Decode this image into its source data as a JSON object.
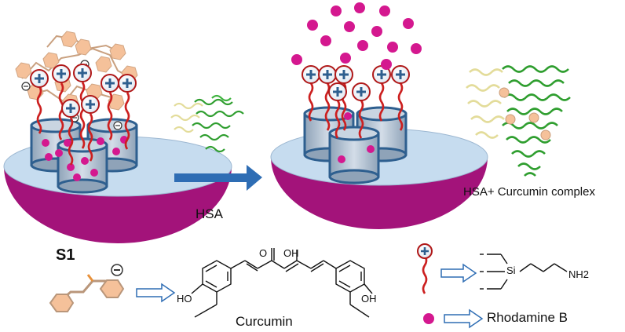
{
  "labels": {
    "s1": "S1",
    "hsa": "HSA",
    "complex": "HSA+ Curcumin complex",
    "curcumin": "Curcumin",
    "rhodamine": "Rhodamine B",
    "ho_left": "HO",
    "oh_right": "OH",
    "o_keto": "O",
    "oh_enol": "OH",
    "si": "Si",
    "nh2": "NH2"
  },
  "colors": {
    "support_purple": "#a3137a",
    "support_rim": "#c6dcef",
    "pore_blue": "#2e5f8f",
    "pore_fill": "#aab9c9",
    "dye_magenta": "#d4188f",
    "chain_red": "#cc1f1f",
    "curcumin_peach": "#f5c19a",
    "arrow_blue": "#2e6db4",
    "helix_green": "#2f9e2f",
    "helix_yellow": "#e3dc9a"
  }
}
